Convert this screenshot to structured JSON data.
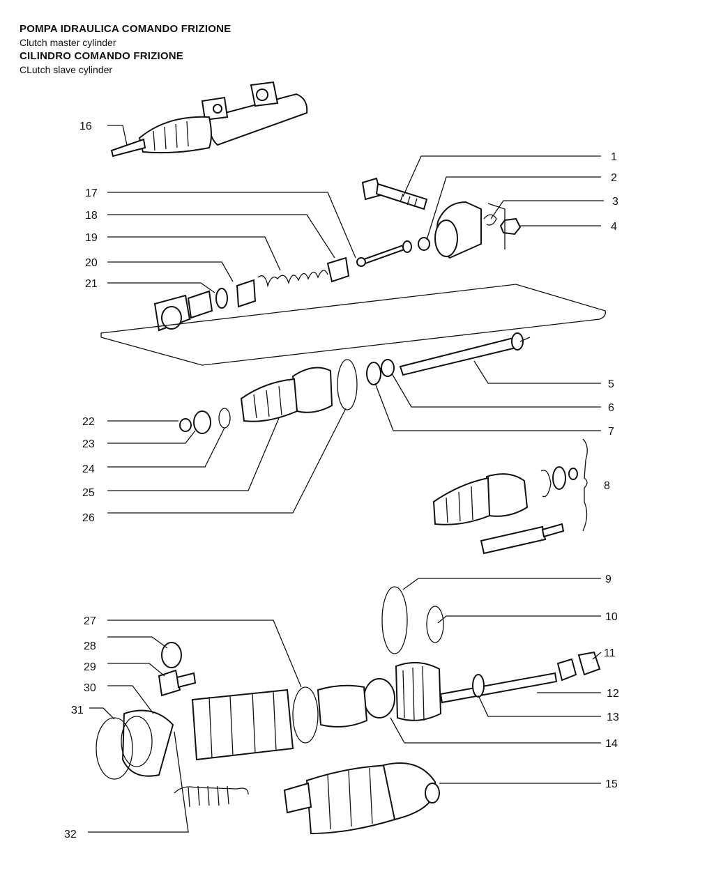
{
  "titles": {
    "line1": "POMPA IDRAULICA COMANDO FRIZIONE",
    "line2": "Clutch master cylinder",
    "line3": "CILINDRO COMANDO FRIZIONE",
    "line4": "CLutch slave cylinder"
  },
  "callouts": [
    "1",
    "2",
    "3",
    "4",
    "5",
    "6",
    "7",
    "8",
    "9",
    "10",
    "11",
    "12",
    "13",
    "14",
    "15",
    "16",
    "17",
    "18",
    "19",
    "20",
    "21",
    "22",
    "23",
    "24",
    "25",
    "26",
    "27",
    "28",
    "29",
    "30",
    "31",
    "32"
  ]
}
